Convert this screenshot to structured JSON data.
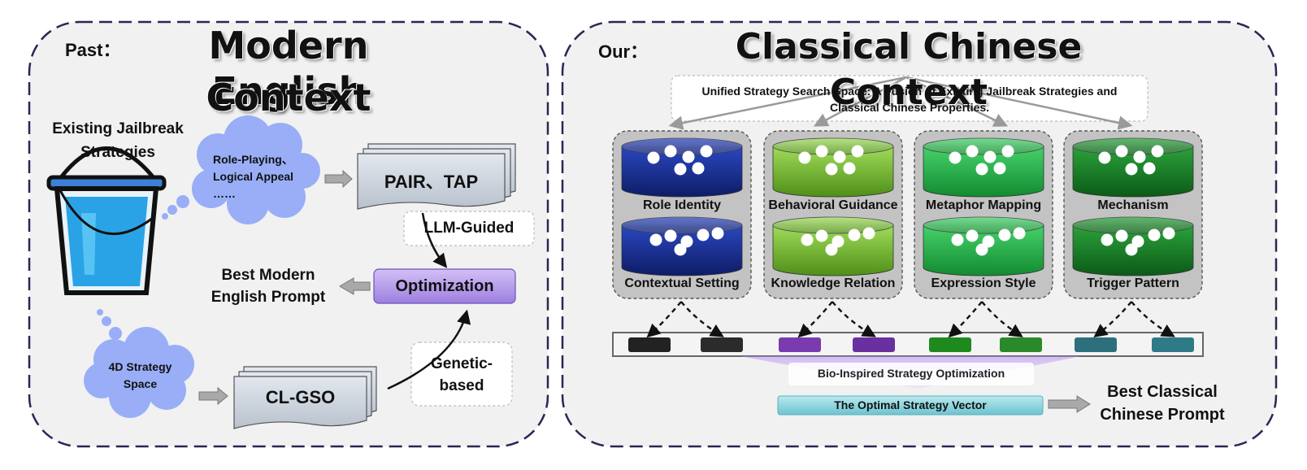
{
  "left_panel": {
    "tag": "Past：",
    "title_line1": "Modern English",
    "title_line2": "Context",
    "existing_line1": "Existing Jailbreak",
    "existing_line2": "Strategies",
    "cloud_top_line1": "Role-Playing、",
    "cloud_top_line2": "Logical Appeal",
    "cloud_top_line3": "……",
    "pair_tap": "PAIR、TAP",
    "llm_guided": "LLM-Guided",
    "optimization": "Optimization",
    "best_line1": "Best Modern",
    "best_line2": "English Prompt",
    "cloud_bottom_line1": "4D Strategy",
    "cloud_bottom_line2": "Space",
    "clgso": "CL-GSO",
    "genetic_line1": "Genetic-",
    "genetic_line2": "based"
  },
  "right_panel": {
    "tag": "Our：",
    "title": "Classical Chinese Context",
    "unified_line1": "Unified Strategy Search Space: A Fusion of Existing Jailbreak Strategies and",
    "unified_line2": "Classical Chinese Properties.",
    "groups": [
      {
        "top": "Role Identity",
        "bottom": "Contextual Setting",
        "color": "navy"
      },
      {
        "top": "Behavioral Guidance",
        "bottom": "Knowledge Relation",
        "color": "lightgreen"
      },
      {
        "top": "Metaphor Mapping",
        "bottom": "Expression Style",
        "color": "green"
      },
      {
        "top": "Mechanism",
        "bottom": "Trigger Pattern",
        "color": "darkgreen"
      }
    ],
    "bio_inspired": "Bio-Inspired Strategy Optimization",
    "optimal_vector": "The Optimal Strategy Vector",
    "best_line1": "Best Classical",
    "best_line2": "Chinese Prompt"
  },
  "colors": {
    "panel_bg": "#f1f1f1",
    "panel_border": "#2c2555",
    "navy": "#1e3596",
    "lightgreen": "#7ac23a",
    "green": "#2bb34a",
    "darkgreen": "#1e8a2c",
    "cloud": "#99aef7",
    "optimization": "#b79be8",
    "optimal_vector": "#8fd3dc"
  }
}
